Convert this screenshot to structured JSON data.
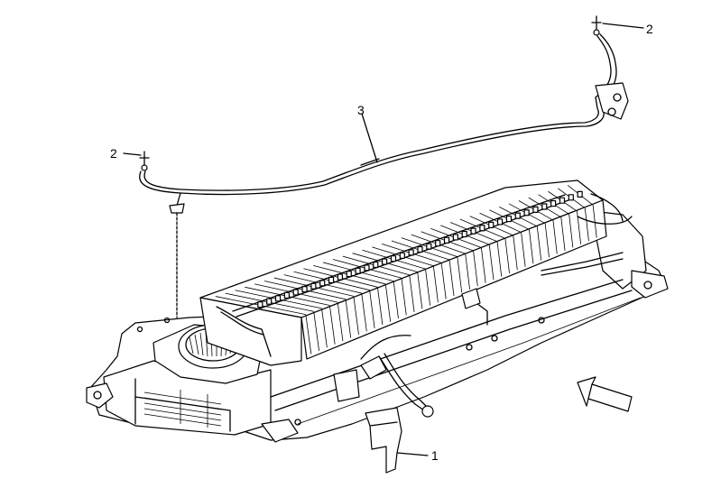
{
  "callouts": {
    "c1": "1",
    "c2_right": "2",
    "c2_left": "2",
    "c3": "3"
  },
  "colors": {
    "line": "#000000",
    "background": "#ffffff"
  }
}
